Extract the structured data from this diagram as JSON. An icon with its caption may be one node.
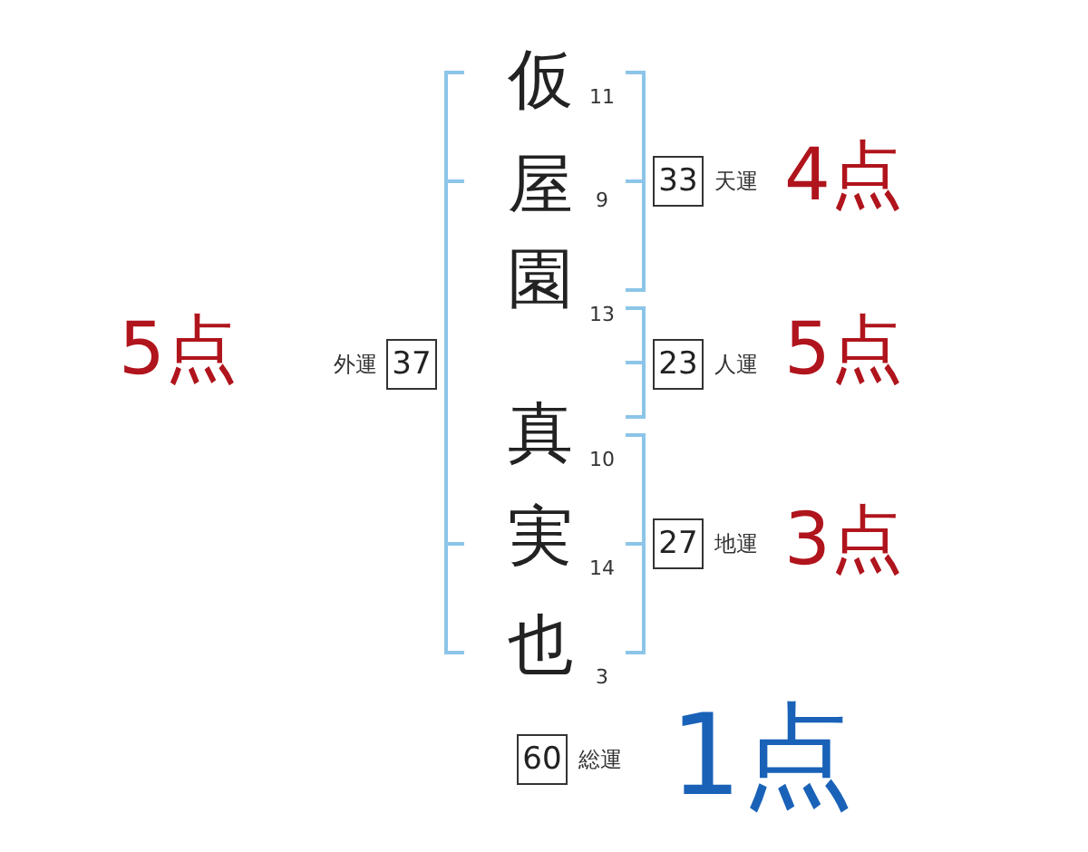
{
  "diagram": {
    "nodes": [
      {
        "text": [
          "33"
        ],
        "beside": [
          "天運"
        ]
      },
      {
        "text": [
          "37"
        ],
        "beside": [
          "外運"
        ]
      },
      {
        "text": [
          "23"
        ],
        "beside": [
          "人運"
        ]
      },
      {
        "text": [
          "27"
        ],
        "beside": [
          "地運"
        ]
      },
      {
        "text": [
          "60"
        ],
        "beside": [
          "総運"
        ]
      }
    ],
    "labels": [
      "仮",
      "11",
      "4点",
      "屋",
      "9",
      "園",
      "13",
      "5点",
      "5点",
      "真",
      "10",
      "実",
      "14",
      "3点",
      "也",
      "3",
      "1点"
    ]
  }
}
